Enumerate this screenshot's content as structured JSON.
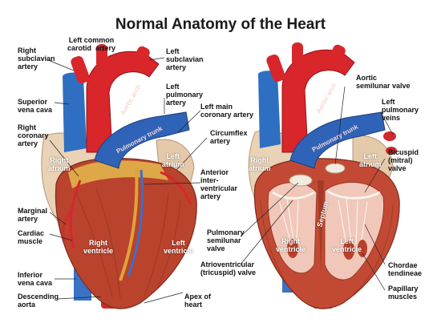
{
  "title": "Normal Anatomy of the Heart",
  "left_labels": {
    "right_subclavian_artery": "Right\nsubclavian\nartery",
    "left_common_carotid_artery": "Left common\ncarotid  artery",
    "left_subclavian_artery": "Left\nsubclavian\nartery",
    "superior_vena_cava": "Superior\nvena cava",
    "left_pulmonary_artery": "Left\npulmonary\nartery",
    "left_main_coronary_artery": "Left main\ncoronary artery",
    "right_coronary_artery": "Right\ncoronary\nartery",
    "circumflex_artery": "Circumflex\nartery",
    "anterior_interventricular_artery": "Anterior\ninter-\nventricular\nartery",
    "marginal_artery": "Marginal\nartery",
    "cardiac_muscle": "Cardiac\nmuscle",
    "inferior_vena_cava": "Inferior\nvena cava",
    "descending_aorta": "Descending\naorta",
    "apex_of_heart": "Apex of\nheart"
  },
  "right_labels": {
    "aortic_semilunar_valve": "Aortic\nsemilunar valve",
    "left_pulmonary_veins": "Left\npulmonary\nveins",
    "bicuspid_mitral_valve": "Bicuspid\n(mitral)\nvalve",
    "pulmonary_semilunar_valve": "Pulmonary\nsemilunar\nvalve",
    "atrioventricular_tricuspid_valve": "Atrioventricular\n(tricuspid) valve",
    "chordae_tendineae": "Chordae\ntendineae",
    "papillary_muscles": "Papillary\nmuscles"
  },
  "in_heart_labels": {
    "left_right_atrium": "Right\natrium",
    "left_left_atrium": "Left\natrium",
    "left_right_ventricle": "Right\nventricle",
    "left_left_ventricle": "Left\nventricle",
    "right_right_atrium": "Right\natrium",
    "right_left_atrium": "Left\natrium",
    "right_right_ventricle": "Right\nventricle",
    "right_left_ventricle": "Left\nventricle",
    "septum": "Septum"
  },
  "vessel_labels": {
    "left_aortic_arch": "Aortic arch",
    "left_pulmonary_trunk": "Pulmonary trunk",
    "right_aortic_arch": "Aortic arch",
    "right_pulmonary_trunk": "Pulmonary trunk"
  },
  "colors": {
    "artery_red": "#d8262b",
    "vein_blue": "#2f6fc2",
    "muscle_red": "#b8402c",
    "atrium_beige": "#e8d0b4",
    "fat_yellow": "#e3b34a"
  }
}
